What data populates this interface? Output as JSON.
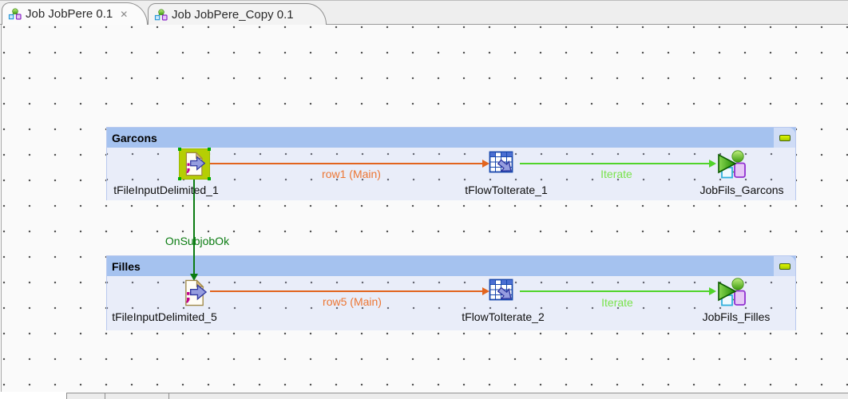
{
  "tabs": [
    {
      "label": "Job JobPere 0.1",
      "close_glyph": "✕"
    },
    {
      "label": "Job JobPere_Copy 0.1"
    }
  ],
  "subjobs": [
    {
      "title": "Garcons"
    },
    {
      "title": "Filles"
    }
  ],
  "components": {
    "file1": {
      "name": "tFileInputDelimited_1",
      "selected": true
    },
    "flow1": {
      "name": "tFlowToIterate_1"
    },
    "runjob1": {
      "name": "JobFils_Garcons"
    },
    "file5": {
      "name": "tFileInputDelimited_5"
    },
    "flow2": {
      "name": "tFlowToIterate_2"
    },
    "runjob2": {
      "name": "JobFils_Filles"
    }
  },
  "connections": {
    "row1": {
      "label": "row1 (Main)",
      "type": "main-row"
    },
    "iterate1": {
      "label": "Iterate",
      "type": "iterate"
    },
    "onsubjobok": {
      "label": "OnSubjobOk",
      "type": "trigger"
    },
    "row5": {
      "label": "row5 (Main)",
      "type": "main-row"
    },
    "iterate2": {
      "label": "Iterate",
      "type": "iterate"
    }
  },
  "icons": {
    "semicolon": ";"
  },
  "colors": {
    "main_row_line": "#e2641e",
    "main_row_label": "#ed7633",
    "iterate_line": "#50d42a",
    "iterate_label": "#79e34c",
    "trigger": "#0b7c12",
    "subjob_header": "#a5c2ef",
    "subjob_body": "#e9edf9",
    "selected_highlight": "#b5ce04",
    "minimize_button": "#b8d800"
  }
}
